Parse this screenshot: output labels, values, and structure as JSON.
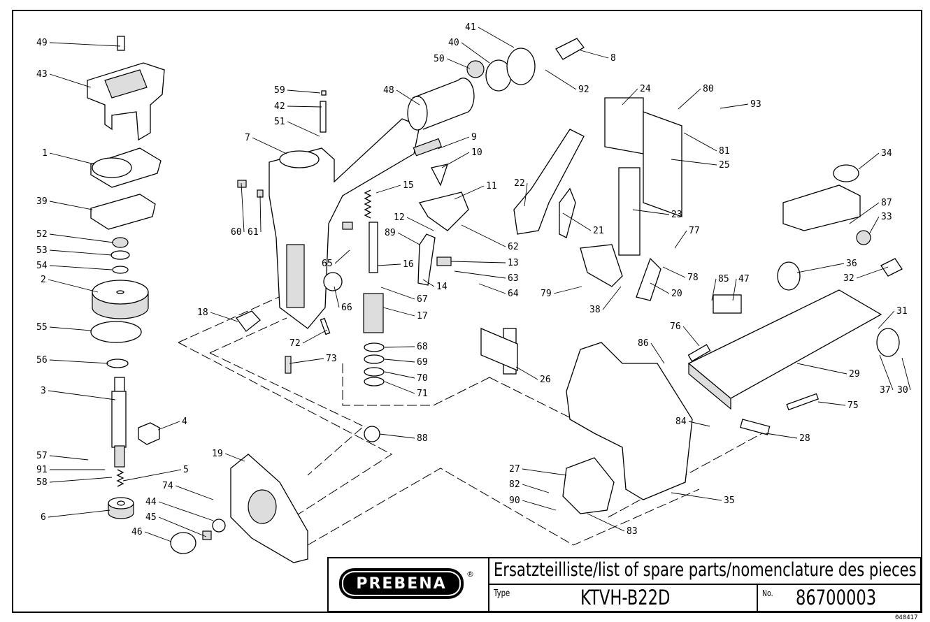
{
  "title_block": {
    "title": "Ersatzteilliste/list of spare parts/nomenclature des pieces",
    "type_label": "Type",
    "type_value": "KTVH-B22D",
    "number_label": "No.",
    "number_value": "86700003",
    "brand": "PREBENA",
    "registered_mark": "®",
    "drawing_code": "040417"
  },
  "callouts": [
    "49",
    "43",
    "1",
    "39",
    "52",
    "53",
    "54",
    "2",
    "55",
    "56",
    "3",
    "4",
    "57",
    "91",
    "58",
    "5",
    "6",
    "19",
    "74",
    "44",
    "45",
    "46",
    "59",
    "42",
    "51",
    "7",
    "60",
    "61",
    "18",
    "65",
    "66",
    "72",
    "73",
    "48",
    "50",
    "40",
    "41",
    "8",
    "92",
    "9",
    "10",
    "11",
    "15",
    "12",
    "89",
    "62",
    "16",
    "13",
    "63",
    "14",
    "64",
    "67",
    "17",
    "68",
    "69",
    "70",
    "71",
    "26",
    "88",
    "22",
    "21",
    "24",
    "80",
    "93",
    "81",
    "25",
    "23",
    "77",
    "78",
    "79",
    "38",
    "20",
    "34",
    "87",
    "33",
    "36",
    "32",
    "85",
    "47",
    "31",
    "76",
    "86",
    "29",
    "37",
    "30",
    "75",
    "84",
    "28",
    "27",
    "82",
    "90",
    "83",
    "35"
  ]
}
